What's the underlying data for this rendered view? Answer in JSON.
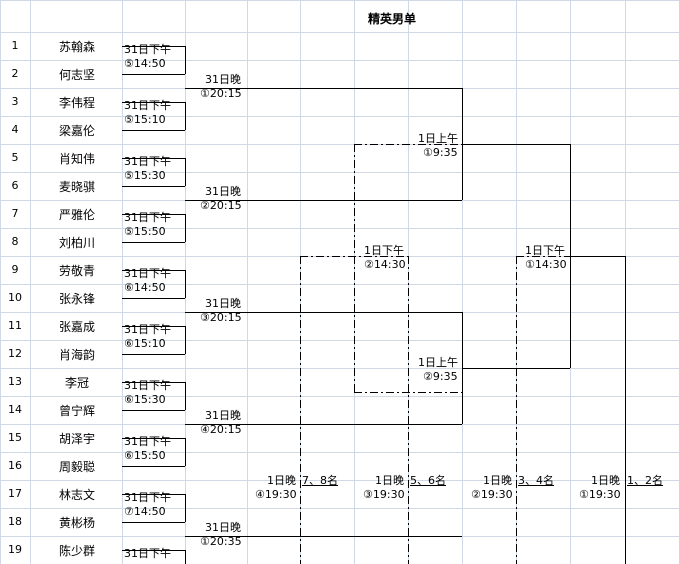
{
  "title": "精英男单",
  "players": [
    "苏翰森",
    "何志坚",
    "李伟程",
    "梁嘉伦",
    "肖知伟",
    "麦晓骐",
    "严雅伦",
    "刘柏川",
    "劳敬青",
    "张永锋",
    "张嘉成",
    "肖海韵",
    "李冠",
    "曾宁辉",
    "胡泽宇",
    "周毅聪",
    "林志文",
    "黄彬杨",
    "陈少群"
  ],
  "row_numbers": [
    "1",
    "2",
    "3",
    "4",
    "5",
    "6",
    "7",
    "8",
    "9",
    "10",
    "11",
    "12",
    "13",
    "14",
    "15",
    "16",
    "17",
    "18",
    "19"
  ],
  "r1_matches": [
    {
      "day": "31日下午",
      "time": "⑤14:50"
    },
    {
      "day": "31日下午",
      "time": "⑤15:10"
    },
    {
      "day": "31日下午",
      "time": "⑤15:30"
    },
    {
      "day": "31日下午",
      "time": "⑤15:50"
    },
    {
      "day": "31日下午",
      "time": "⑥14:50"
    },
    {
      "day": "31日下午",
      "time": "⑥15:10"
    },
    {
      "day": "31日下午",
      "time": "⑥15:30"
    },
    {
      "day": "31日下午",
      "time": "⑥15:50"
    },
    {
      "day": "31日下午",
      "time": "⑦14:50"
    },
    {
      "day": "31日下午",
      "time": ""
    }
  ],
  "r2_matches": [
    {
      "day": "31日晚",
      "time": "①20:15"
    },
    {
      "day": "31日晚",
      "time": "②20:15"
    },
    {
      "day": "31日晚",
      "time": "③20:15"
    },
    {
      "day": "31日晚",
      "time": "④20:15"
    },
    {
      "day": "31日晚",
      "time": "①20:35"
    }
  ],
  "qf_matches": [
    {
      "day": "1日上午",
      "time": "①9:35"
    },
    {
      "day": "1日上午",
      "time": "②9:35"
    }
  ],
  "sf_matches": [
    {
      "day": "1日下午",
      "time": "②14:30"
    },
    {
      "day": "1日下午",
      "time": "①14:30"
    }
  ],
  "placement_matches": [
    {
      "day": "1日晚",
      "time": "④19:30",
      "label": "7、8名"
    },
    {
      "day": "1日晚",
      "time": "③19:30",
      "label": "5、6名"
    },
    {
      "day": "1日晚",
      "time": "②19:30",
      "label": "3、4名"
    },
    {
      "day": "1日晚",
      "time": "①19:30",
      "label": "1、2名"
    }
  ],
  "colors": {
    "grid": "#d0d7e5",
    "line": "#000000",
    "bg": "#ffffff"
  }
}
